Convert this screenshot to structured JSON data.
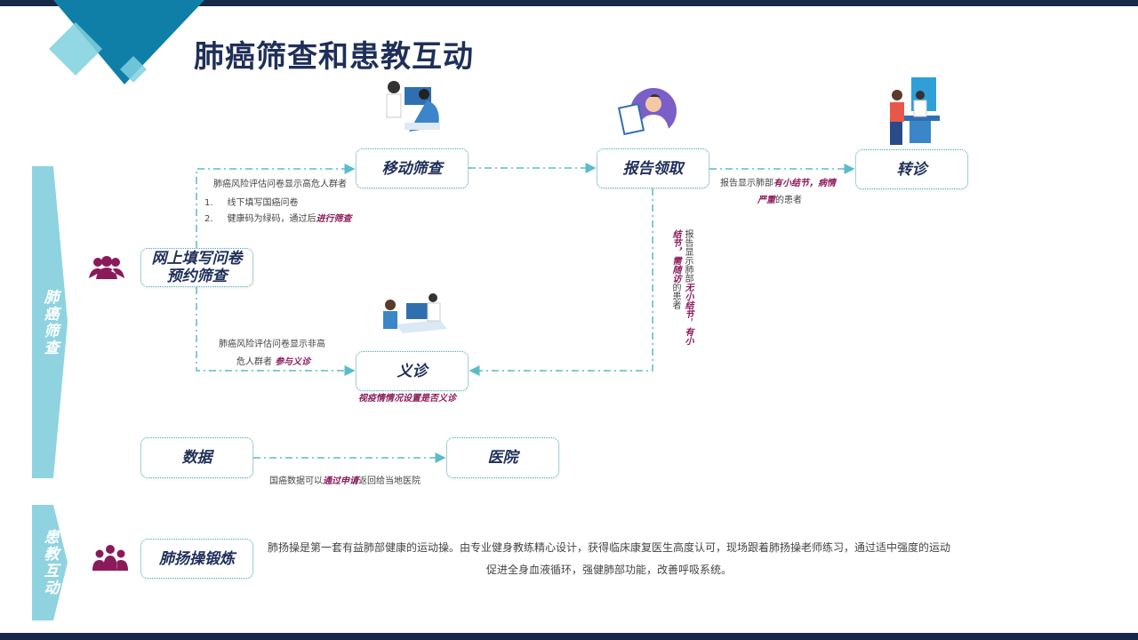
{
  "title": "肺癌筛查和患教互动",
  "sections": {
    "screening": "肺癌筛查",
    "education": "患教互动"
  },
  "nodes": {
    "mobile_screening": "移动筛查",
    "report": "报告领取",
    "referral": "转诊",
    "online_line1": "网上填写问卷",
    "online_line2": "预约筛查",
    "clinic": "义诊",
    "data": "数据",
    "hospital": "医院",
    "exercise": "肺扬操锻炼"
  },
  "annotations": {
    "high_risk": "肺癌风险评估问卷显示高危人群者",
    "step1_num": "1.",
    "step1": "线下填写国癌问卷",
    "step2_num": "2.",
    "step2_pre": "健康码为绿码，通过后",
    "step2_hl": "进行筛查",
    "referral_pre": "报告显示肺部",
    "referral_hl1": "有小结节，病情",
    "referral_hl2": "严重",
    "referral_post": "的患者",
    "followup_pre": "报告显示肺部",
    "followup_hl1": "无小结节",
    "followup_mid": "，",
    "followup_hl2": "有小结节，需随访",
    "followup_post": "的患者",
    "low_risk_line1": "肺癌风险评估问卷显示非高",
    "low_risk_line2": "危人群者 ",
    "low_risk_hl": "参与义诊",
    "clinic_note": "视疫情情况设置是否义诊",
    "data_pre": "国癌数据可以",
    "data_hl": "通过申请",
    "data_post": "返回给当地医院",
    "exercise_desc": "肺扬操是第一套有益肺部健康的运动操。由专业健身教练精心设计，获得临床康复医生高度认可，现场跟着肺扬操老师练习，通过适中强度的运动促进全身血液循环，强健肺部功能，改善呼吸系统。"
  },
  "colors": {
    "navy": "#16284a",
    "accent": "#8b1a5a",
    "line": "#5bbcc8",
    "chevron": "#8fd3e0"
  }
}
